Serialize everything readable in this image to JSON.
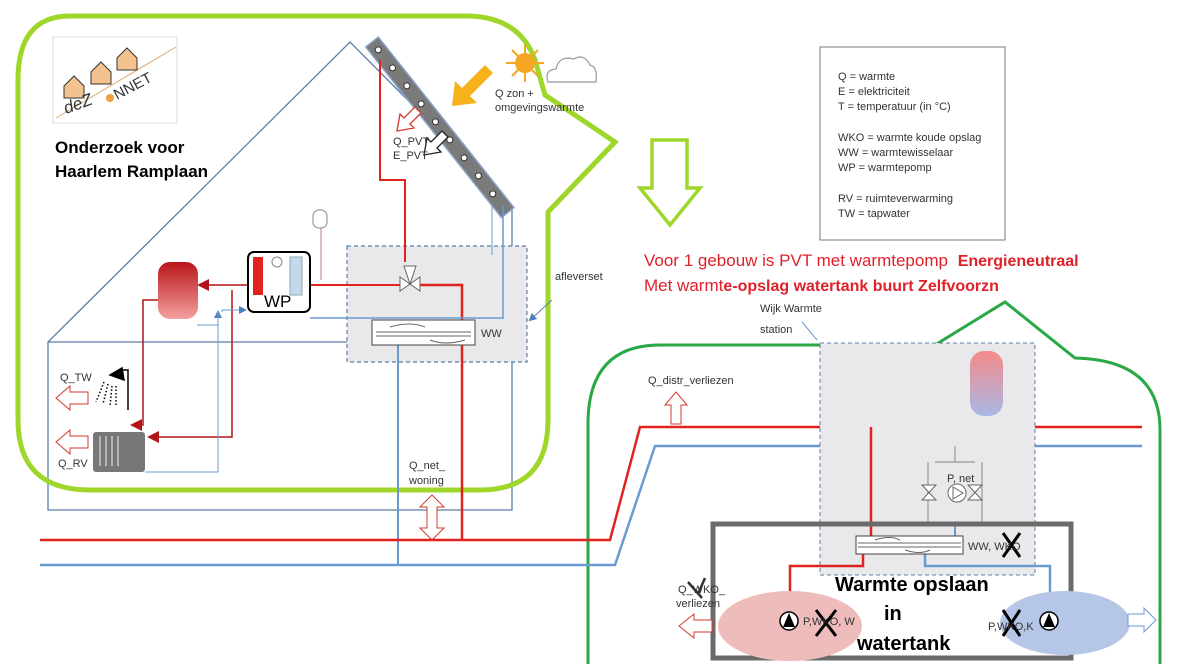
{
  "logo": {
    "text_left": "deZ",
    "text_right": "NNET"
  },
  "title": {
    "line1": "Onderzoek voor",
    "line2": "Haarlem Ramplaan"
  },
  "labels": {
    "q_zon_1": "Q zon +",
    "q_zon_2": "omgevingswarmte",
    "q_pvt": "Q_PVT",
    "e_pvt": "E_PVT",
    "wp": "WP",
    "ww": "WW",
    "afleverset": "afleverset",
    "q_tw": "Q_TW",
    "q_rv": "Q_RV",
    "q_net_1": "Q_net_",
    "q_net_2": "woning",
    "wijk_1": "Wijk Warmte",
    "wijk_2": "station",
    "q_distr": "Q_distr_verliezen",
    "p_net": "P, net",
    "ww_wko": "WW, WKO",
    "q_wko_1": "Q_WKO_",
    "q_wko_2": "verliezen",
    "p_wko_w": "P,WKO, W",
    "p_wko_k": "P,WKO,K"
  },
  "legend": {
    "lines": [
      "Q = warmte",
      "E = elektriciteit",
      "T = temperatuur (in °C)",
      "",
      "WKO = warmte koude opslag",
      "WW = warmtewisselaar",
      "WP = warmtepomp",
      "",
      "RV = ruimteverwarming",
      "TW = tapwater"
    ]
  },
  "annotations": {
    "line1_a": "Voor 1 gebouw is PVT met warmtepomp",
    "line1_b": "Energieneutraal",
    "line2_a": "Met warmt",
    "line2_b": "e-opslag watertank buurt Zelfvoorzn"
  },
  "storage": {
    "line1": "Warmte opslaan",
    "line2": "in",
    "line3": "watertank"
  },
  "colors": {
    "lime_outline": "#9ed62a",
    "green_outline": "#2aa845",
    "hot_pipe": "#e0231c",
    "cold_pipe": "#6a9bd0",
    "annotation_red": "#e0202a",
    "storage_box": "#6b6b6b"
  }
}
